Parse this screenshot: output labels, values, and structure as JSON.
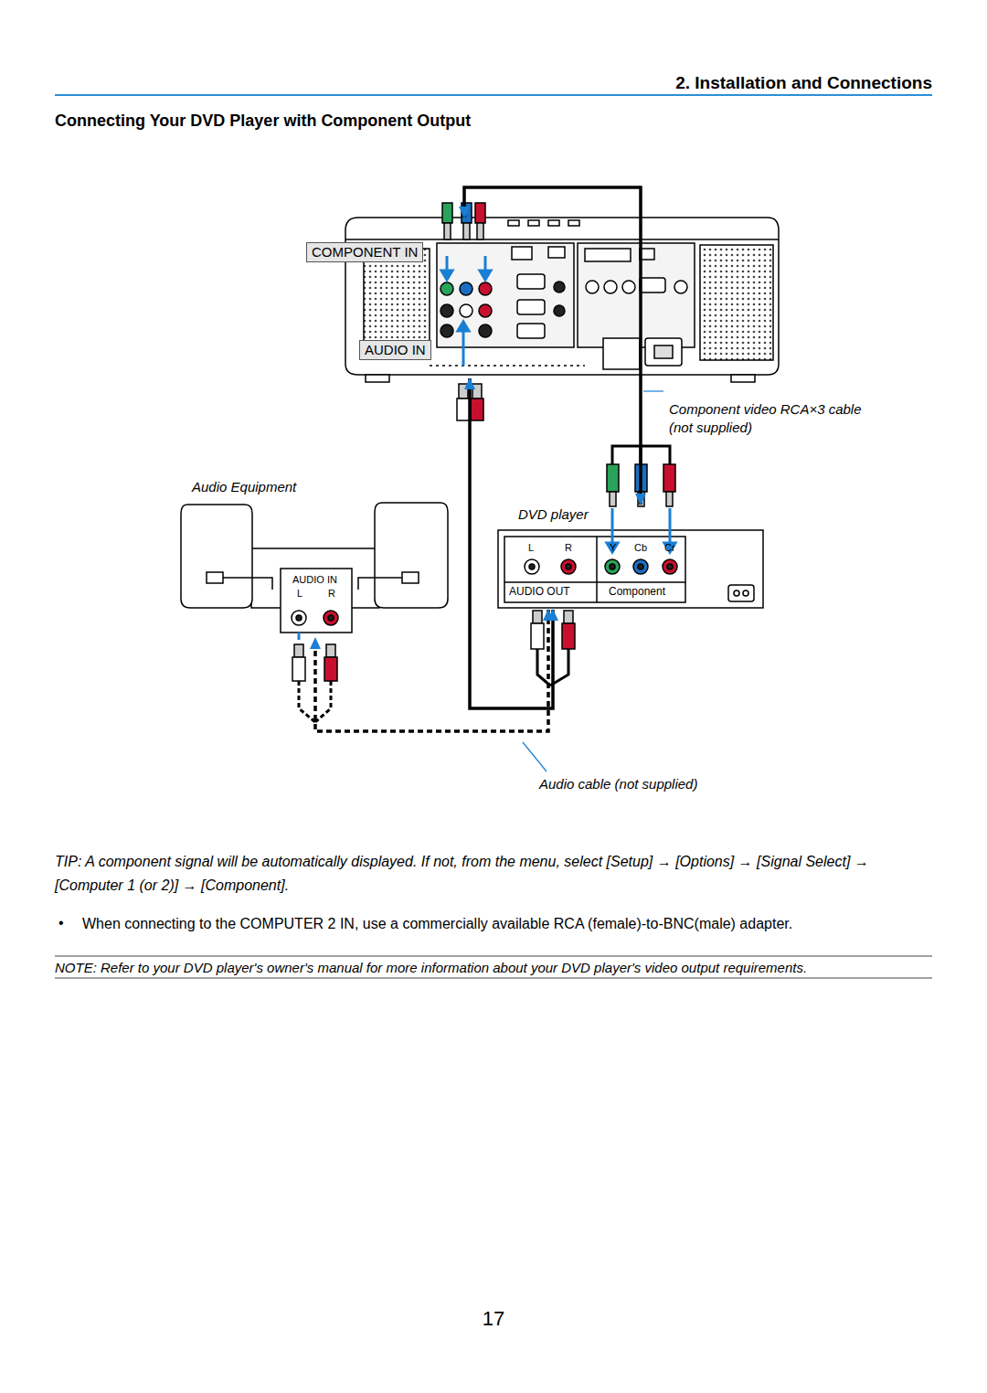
{
  "diagram": {
    "title": "Connecting Your DVD Player with Component Output",
    "nodes": [
      {
        "text": [
          "COMPONENT IN",
          "AUDIO IN"
        ]
      },
      {
        "text": [
          "Audio Equipment",
          "AUDIO IN",
          "L",
          "R"
        ]
      },
      {
        "text": [
          "DVD player",
          "L",
          "R",
          "Y",
          "Cb",
          "Cr",
          "AUDIO OUT",
          "Component"
        ]
      }
    ],
    "edges": [
      {
        "from": 2,
        "to": 0,
        "arrow": "both",
        "label": "Component video RCA×3 cable (not supplied)"
      },
      {
        "from": 2,
        "to": 0,
        "arrow": "both"
      },
      {
        "from": 2,
        "to": 1,
        "arrow": "both",
        "label": "Audio cable (not supplied)"
      }
    ],
    "labels": [
      "2. Installation and Connections",
      "TIP: A component signal will be automatically displayed. If not, from the menu, select [Setup] → [Options] → [Signal Select] → [Computer 1 (or 2)] → [Component].",
      "•",
      "When connecting to the COMPUTER 2 IN, use a commercially available RCA (female)-to-BNC(male) adapter.",
      "NOTE: Refer to your DVD player's owner's manual for more information about your DVD player's video output requirements.",
      "17"
    ]
  }
}
